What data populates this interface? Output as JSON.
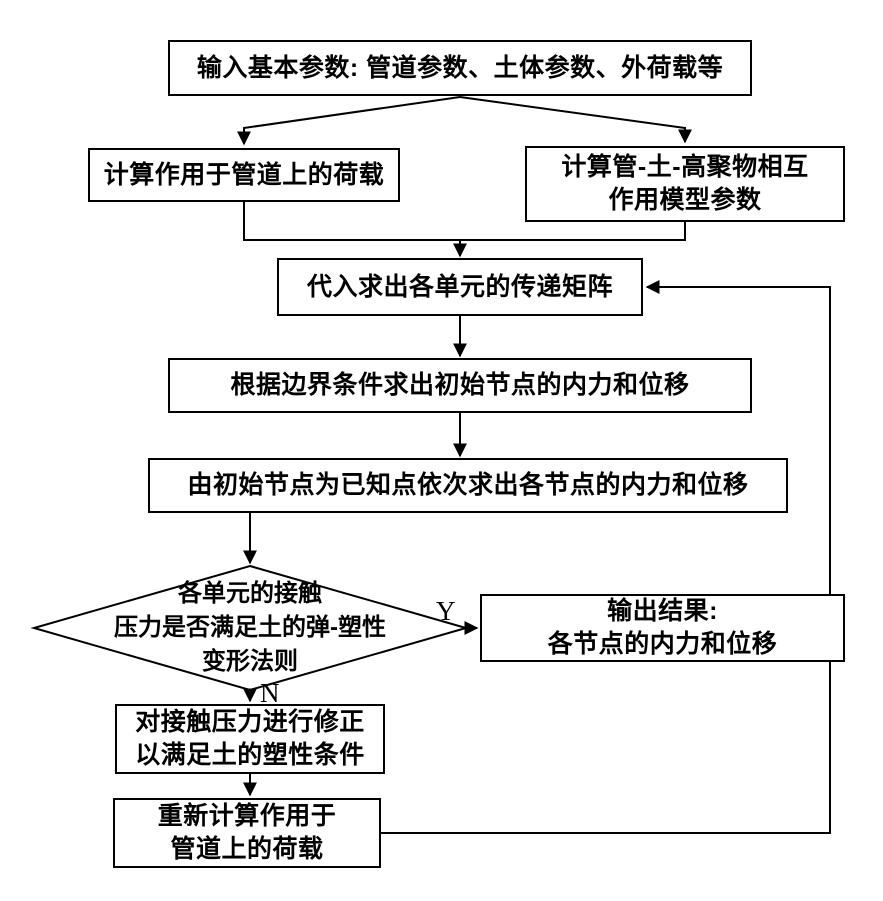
{
  "flowchart": {
    "boxes": {
      "input_params": {
        "lines": [
          "输入基本参数: 管道参数、土体参数、外荷载等"
        ]
      },
      "calc_pipe_load": {
        "lines": [
          "计算作用于管道上的荷载"
        ]
      },
      "calc_interaction_model": {
        "lines": [
          "计算管-土-高聚物相互",
          "作用模型参数"
        ]
      },
      "transfer_matrix": {
        "lines": [
          "代入求出各单元的传递矩阵"
        ]
      },
      "initial_node_solve": {
        "lines": [
          "根据边界条件求出初始节点的内力和位移"
        ]
      },
      "successive_nodes_solve": {
        "lines": [
          "由初始节点为已知点依次求出各节点的内力和位移"
        ]
      },
      "decision_contact_pressure": {
        "lines": [
          "各单元的接触",
          "压力是否满足土的弹-塑性",
          "变形法则"
        ]
      },
      "output_result": {
        "lines": [
          "输出结果:",
          "各节点的内力和位移"
        ]
      },
      "correct_contact_pressure": {
        "lines": [
          "对接触压力进行修正",
          "以满足土的塑性条件"
        ]
      },
      "recalculate_load": {
        "lines": [
          "重新计算作用于",
          "管道上的荷载"
        ]
      }
    },
    "edge_labels": {
      "yes": "Y",
      "no": "N"
    },
    "colors": {
      "stroke": "#000000",
      "fill": "#ffffff",
      "text": "#000000"
    }
  }
}
